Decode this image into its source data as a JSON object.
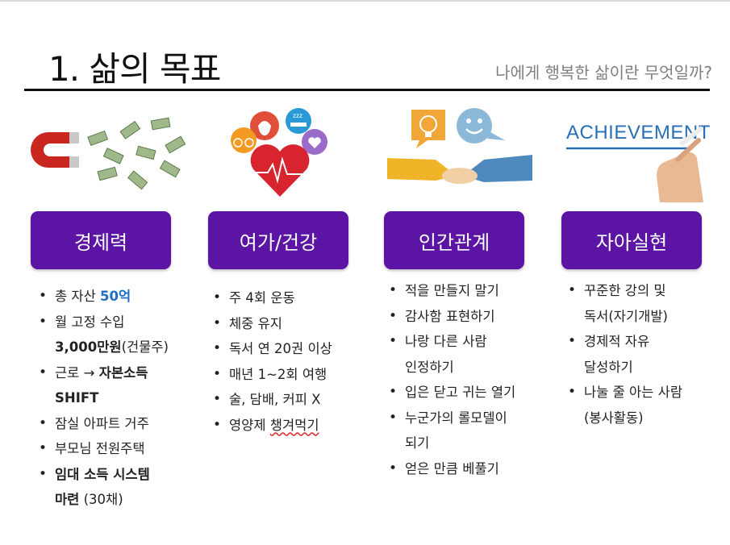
{
  "slide": {
    "title": "1. 삶의 목표",
    "subtitle": "나에게 행복한 삶이란 무엇일까?"
  },
  "columns": [
    {
      "heading": "경제력",
      "items": [
        {
          "lines": [
            [
              "총 자산 ",
              "50억"
            ]
          ]
        },
        {
          "lines": [
            [
              "월 고정 수입"
            ],
            [
              "3,000만원",
              "(건물주)"
            ]
          ]
        },
        {
          "lines": [
            [
              "근로 → ",
              "자본소득"
            ],
            [
              "SHIFT"
            ]
          ]
        },
        {
          "lines": [
            [
              "잠실 아파트 거주"
            ]
          ]
        },
        {
          "lines": [
            [
              "부모님 전원주택"
            ]
          ]
        },
        {
          "lines": [
            [
              "임대 소득 시스템"
            ],
            [
              "마련",
              " (30채)"
            ]
          ]
        }
      ]
    },
    {
      "heading": "여가/건강",
      "items": [
        {
          "lines": [
            [
              "주 4회 운동"
            ]
          ]
        },
        {
          "lines": [
            [
              "체중 유지"
            ]
          ]
        },
        {
          "lines": [
            [
              "독서 연 20권 이상"
            ]
          ]
        },
        {
          "lines": [
            [
              "매년 1~2회 여행"
            ]
          ]
        },
        {
          "lines": [
            [
              "술, 담배, 커피 X"
            ]
          ]
        },
        {
          "lines": [
            [
              "영양제 ",
              "챙겨먹기"
            ]
          ]
        }
      ]
    },
    {
      "heading": "인간관계",
      "items": [
        {
          "lines": [
            [
              "적을 만들지 말기"
            ]
          ]
        },
        {
          "lines": [
            [
              "감사함 표현하기"
            ]
          ]
        },
        {
          "lines": [
            [
              "나랑 다른 사람"
            ],
            [
              "인정하기"
            ]
          ]
        },
        {
          "lines": [
            [
              "입은 닫고 귀는 열기"
            ]
          ]
        },
        {
          "lines": [
            [
              "누군가의 롤모델이"
            ],
            [
              "되기"
            ]
          ]
        },
        {
          "lines": [
            [
              "얻은 만큼 베풀기"
            ]
          ]
        }
      ]
    },
    {
      "heading": "자아실현",
      "items": [
        {
          "lines": [
            [
              "꾸준한 강의 및"
            ],
            [
              "독서(자기개발)"
            ]
          ]
        },
        {
          "lines": [
            [
              "경제적 자유"
            ],
            [
              "달성하기"
            ]
          ]
        },
        {
          "lines": [
            [
              "나눌 줄 아는 사람"
            ],
            [
              " (봉사활동)"
            ]
          ]
        }
      ]
    }
  ],
  "illustrations": {
    "achievement_word": "ACHIEVEMENT",
    "sleep_text": "zzz"
  },
  "colors": {
    "heading_box": "#5b14a3",
    "highlight": "#1f6fc4",
    "subtitle": "#7f7f7f"
  }
}
